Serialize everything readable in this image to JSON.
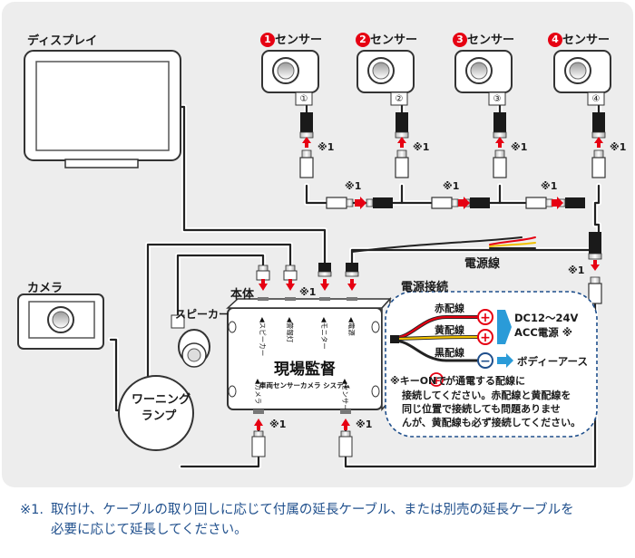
{
  "labels": {
    "display": "ディスプレイ",
    "camera": "カメラ",
    "speaker": "スピーカー",
    "warning_lamp_1": "ワーニング",
    "warning_lamp_2": "ランプ",
    "main_unit": "本体",
    "power_line": "電源線",
    "sensors": [
      {
        "num": "1",
        "label": "センサー",
        "tag": "①"
      },
      {
        "num": "2",
        "label": "センサー",
        "tag": "②"
      },
      {
        "num": "3",
        "label": "センサー",
        "tag": "③"
      },
      {
        "num": "4",
        "label": "センサー",
        "tag": "④"
      }
    ],
    "note_mark": "※1",
    "unit_ports_top": [
      "◀スピーカー",
      "◀警報灯",
      "◀モニター",
      "◀電源"
    ],
    "unit_ports_bottom": [
      "◀カメラ",
      "◀センサー"
    ],
    "unit_logo": "現場監督",
    "unit_subtitle": "車両センサーカメラ システム"
  },
  "power": {
    "title": "電源接続",
    "red_wire": "赤配線",
    "yellow_wire": "黄配線",
    "black_wire": "黒配線",
    "plus": "+",
    "minus": "−",
    "dc": "DC12〜24V",
    "acc": "ACC電源 ※",
    "ground": "ボディーアース",
    "note_prefix": "※キーONで",
    "note_after_icon": "が通電する配線に",
    "note_lines": [
      "接続してください。赤配線と黄配線を",
      "同じ位置で接続しても問題ありませ",
      "んが、黄配線も必ず接続してください。"
    ]
  },
  "footnote": {
    "mark": "※1.",
    "line1": "取付け、ケーブルの取り回しに応じて付属の延長ケーブル、または別売の延長ケーブルを",
    "line2": "必要に応じて延長してください。"
  },
  "colors": {
    "panel_bg": "#ededed",
    "red_badge": "#e60012",
    "arrow_red": "#e60012",
    "arrow_blue": "#2a9bd8",
    "note_blue": "#1f4f8c",
    "cable": "#222222"
  }
}
